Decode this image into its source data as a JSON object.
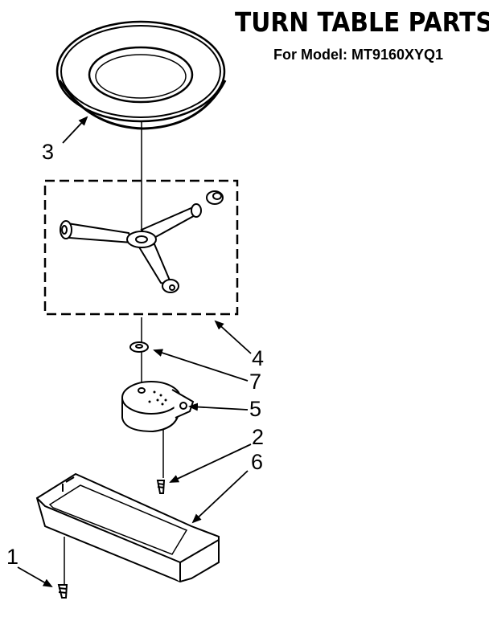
{
  "title": "TURN TABLE PARTS",
  "subtitle": {
    "prefix": "For Model:",
    "model": "MT9160XYQ1"
  },
  "callouts": {
    "c1": "1",
    "c2": "2",
    "c3": "3",
    "c4": "4",
    "c5": "5",
    "c6": "6",
    "c7": "7"
  },
  "parts": {
    "p1": "screw",
    "p2": "screw",
    "p3": "glass turntable tray",
    "p4": "roller support assembly",
    "p5": "turntable motor",
    "p6": "motor cover",
    "p7": "washer"
  }
}
